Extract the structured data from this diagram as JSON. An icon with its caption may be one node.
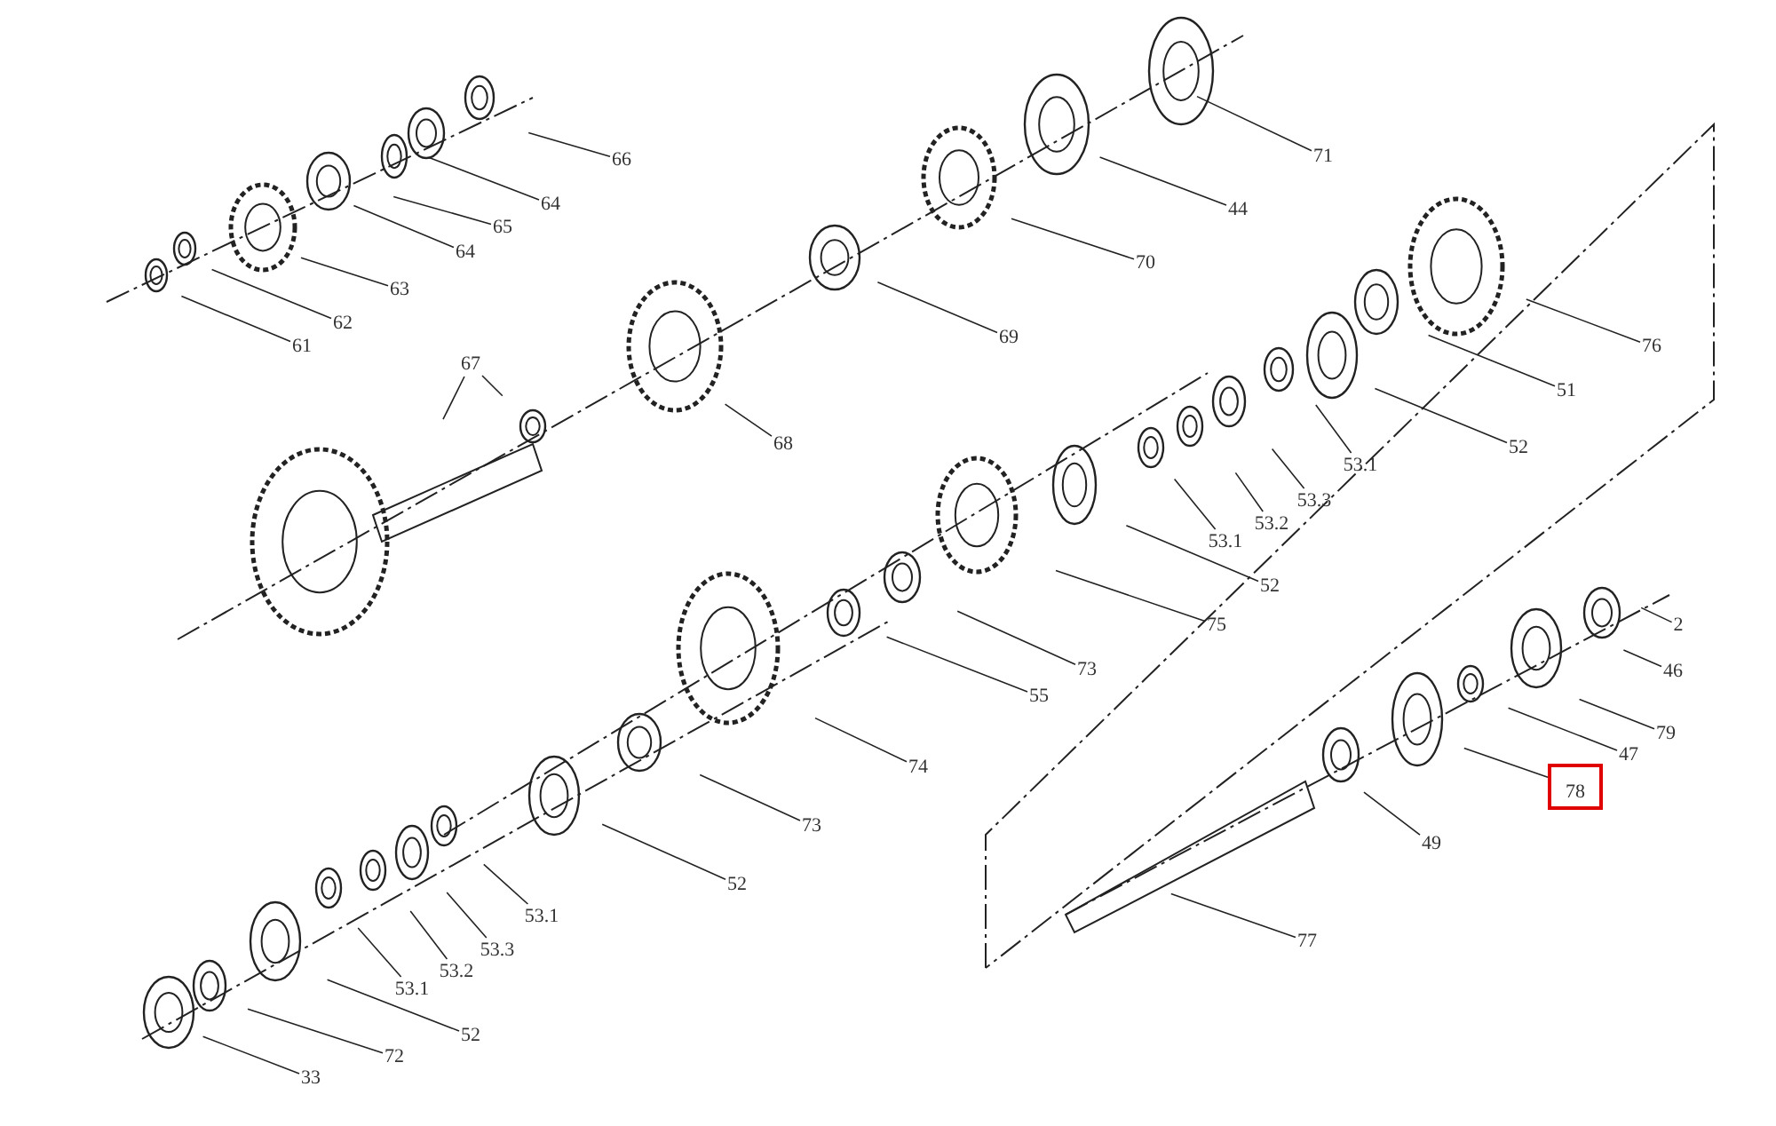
{
  "diagram": {
    "nodes": [
      {
        "text": [
          "66"
        ]
      },
      {
        "text": [
          "64"
        ]
      },
      {
        "text": [
          "65"
        ]
      },
      {
        "text": [
          "64"
        ]
      },
      {
        "text": [
          "63"
        ]
      },
      {
        "text": [
          "62"
        ]
      },
      {
        "text": [
          "61"
        ]
      },
      {
        "text": [
          "71"
        ]
      },
      {
        "text": [
          "44"
        ]
      },
      {
        "text": [
          "70"
        ]
      },
      {
        "text": [
          "69"
        ]
      },
      {
        "text": [
          "67"
        ]
      },
      {
        "text": [
          "68"
        ]
      },
      {
        "text": [
          "76"
        ]
      },
      {
        "text": [
          "51"
        ]
      },
      {
        "text": [
          "52"
        ]
      },
      {
        "text": [
          "53.1"
        ]
      },
      {
        "text": [
          "53.3"
        ]
      },
      {
        "text": [
          "53.2"
        ]
      },
      {
        "text": [
          "53.1"
        ]
      },
      {
        "text": [
          "52"
        ]
      },
      {
        "text": [
          "75"
        ]
      },
      {
        "text": [
          "73"
        ]
      },
      {
        "text": [
          "55"
        ]
      },
      {
        "text": [
          "74"
        ]
      },
      {
        "text": [
          "73"
        ]
      },
      {
        "text": [
          "52"
        ]
      },
      {
        "text": [
          "53.1"
        ]
      },
      {
        "text": [
          "53.3"
        ]
      },
      {
        "text": [
          "53.2"
        ]
      },
      {
        "text": [
          "53.1"
        ]
      },
      {
        "text": [
          "52"
        ]
      },
      {
        "text": [
          "72"
        ]
      },
      {
        "text": [
          "33"
        ]
      },
      {
        "text": [
          "2"
        ]
      },
      {
        "text": [
          "46"
        ]
      },
      {
        "text": [
          "79"
        ]
      },
      {
        "text": [
          "47"
        ]
      },
      {
        "text": [
          "78"
        ]
      },
      {
        "text": [
          "49"
        ]
      },
      {
        "text": [
          "77"
        ]
      }
    ],
    "edges": [
      {
        "from": 0,
        "to": null,
        "arrow": "none"
      },
      {
        "from": 1,
        "to": null,
        "arrow": "none"
      },
      {
        "from": 2,
        "to": null,
        "arrow": "none"
      },
      {
        "from": 3,
        "to": null,
        "arrow": "none"
      },
      {
        "from": 4,
        "to": null,
        "arrow": "none"
      },
      {
        "from": 5,
        "to": null,
        "arrow": "none"
      },
      {
        "from": 6,
        "to": null,
        "arrow": "none"
      },
      {
        "from": 7,
        "to": null,
        "arrow": "none"
      },
      {
        "from": 8,
        "to": null,
        "arrow": "none"
      },
      {
        "from": 9,
        "to": null,
        "arrow": "none"
      },
      {
        "from": 10,
        "to": null,
        "arrow": "none"
      },
      {
        "from": 11,
        "to": null,
        "arrow": "none"
      },
      {
        "from": 11,
        "to": null,
        "arrow": "none"
      },
      {
        "from": 12,
        "to": null,
        "arrow": "none"
      },
      {
        "from": 13,
        "to": null,
        "arrow": "none"
      },
      {
        "from": 14,
        "to": null,
        "arrow": "none"
      },
      {
        "from": 15,
        "to": null,
        "arrow": "none"
      },
      {
        "from": 16,
        "to": null,
        "arrow": "none"
      },
      {
        "from": 17,
        "to": null,
        "arrow": "none"
      },
      {
        "from": 18,
        "to": null,
        "arrow": "none"
      },
      {
        "from": 19,
        "to": null,
        "arrow": "none"
      },
      {
        "from": 20,
        "to": null,
        "arrow": "none"
      },
      {
        "from": 21,
        "to": null,
        "arrow": "none"
      },
      {
        "from": 22,
        "to": null,
        "arrow": "none"
      },
      {
        "from": 23,
        "to": null,
        "arrow": "none"
      },
      {
        "from": 24,
        "to": null,
        "arrow": "none"
      },
      {
        "from": 25,
        "to": null,
        "arrow": "none"
      },
      {
        "from": 26,
        "to": null,
        "arrow": "none"
      },
      {
        "from": 27,
        "to": null,
        "arrow": "none"
      },
      {
        "from": 28,
        "to": null,
        "arrow": "none"
      },
      {
        "from": 29,
        "to": null,
        "arrow": "none"
      },
      {
        "from": 30,
        "to": null,
        "arrow": "none"
      },
      {
        "from": 31,
        "to": null,
        "arrow": "none"
      },
      {
        "from": 32,
        "to": null,
        "arrow": "none"
      },
      {
        "from": 33,
        "to": null,
        "arrow": "none"
      },
      {
        "from": 34,
        "to": null,
        "arrow": "none"
      },
      {
        "from": 35,
        "to": null,
        "arrow": "none"
      },
      {
        "from": 36,
        "to": null,
        "arrow": "none"
      },
      {
        "from": 37,
        "to": null,
        "arrow": "none"
      },
      {
        "from": 38,
        "to": null,
        "arrow": "none"
      },
      {
        "from": 39,
        "to": null,
        "arrow": "none"
      },
      {
        "from": 40,
        "to": null,
        "arrow": "none"
      }
    ]
  }
}
